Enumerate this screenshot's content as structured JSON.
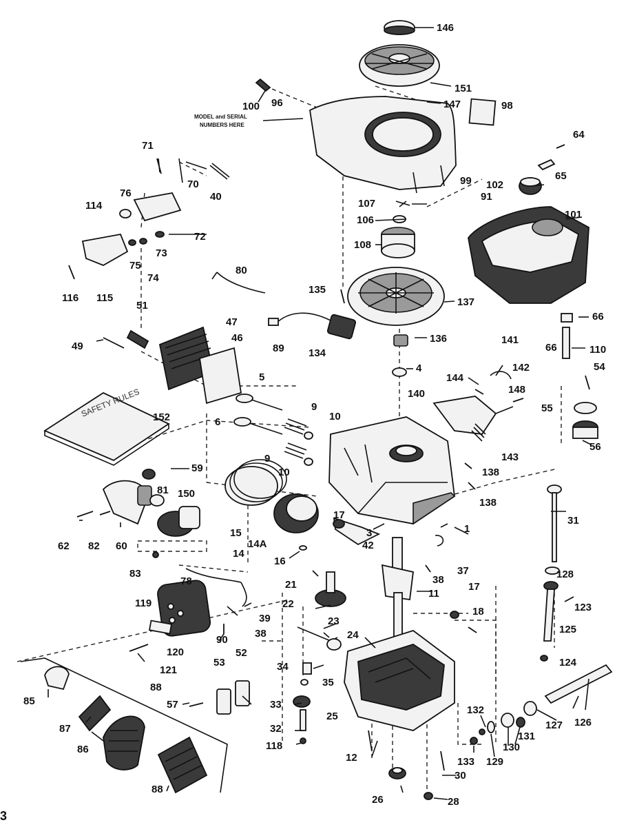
{
  "note": {
    "line1": "MODEL and SERIAL",
    "line2": "NUMBERS HERE"
  },
  "manual_cover_text": "SAFETY RULES",
  "page_marker": "3",
  "labels": [
    {
      "id": "146",
      "text": "146"
    },
    {
      "id": "151",
      "text": "151"
    },
    {
      "id": "147",
      "text": "147"
    },
    {
      "id": "98",
      "text": "98"
    },
    {
      "id": "100",
      "text": "100"
    },
    {
      "id": "96",
      "text": "96"
    },
    {
      "id": "64",
      "text": "64"
    },
    {
      "id": "65",
      "text": "65"
    },
    {
      "id": "99",
      "text": "99"
    },
    {
      "id": "102",
      "text": "102"
    },
    {
      "id": "91",
      "text": "91"
    },
    {
      "id": "101",
      "text": "101"
    },
    {
      "id": "107",
      "text": "107"
    },
    {
      "id": "106",
      "text": "106"
    },
    {
      "id": "108",
      "text": "108"
    },
    {
      "id": "71",
      "text": "71"
    },
    {
      "id": "70",
      "text": "70"
    },
    {
      "id": "40",
      "text": "40"
    },
    {
      "id": "76",
      "text": "76"
    },
    {
      "id": "114",
      "text": "114"
    },
    {
      "id": "72",
      "text": "72"
    },
    {
      "id": "75",
      "text": "75"
    },
    {
      "id": "73",
      "text": "73"
    },
    {
      "id": "74",
      "text": "74"
    },
    {
      "id": "116",
      "text": "116"
    },
    {
      "id": "115",
      "text": "115"
    },
    {
      "id": "80",
      "text": "80"
    },
    {
      "id": "135",
      "text": "135"
    },
    {
      "id": "137",
      "text": "137"
    },
    {
      "id": "51",
      "text": "51"
    },
    {
      "id": "47",
      "text": "47"
    },
    {
      "id": "46",
      "text": "46"
    },
    {
      "id": "49",
      "text": "49"
    },
    {
      "id": "89",
      "text": "89"
    },
    {
      "id": "134",
      "text": "134"
    },
    {
      "id": "136",
      "text": "136"
    },
    {
      "id": "66a",
      "text": "66"
    },
    {
      "id": "110",
      "text": "110"
    },
    {
      "id": "66b",
      "text": "66"
    },
    {
      "id": "141",
      "text": "141"
    },
    {
      "id": "142",
      "text": "142"
    },
    {
      "id": "4",
      "text": "4"
    },
    {
      "id": "144",
      "text": "144"
    },
    {
      "id": "148",
      "text": "148"
    },
    {
      "id": "54",
      "text": "54"
    },
    {
      "id": "55",
      "text": "55"
    },
    {
      "id": "5",
      "text": "5"
    },
    {
      "id": "140",
      "text": "140"
    },
    {
      "id": "9a",
      "text": "9"
    },
    {
      "id": "10a",
      "text": "10"
    },
    {
      "id": "6",
      "text": "6"
    },
    {
      "id": "143",
      "text": "143"
    },
    {
      "id": "56",
      "text": "56"
    },
    {
      "id": "152",
      "text": "152"
    },
    {
      "id": "9b",
      "text": "9"
    },
    {
      "id": "10b",
      "text": "10"
    },
    {
      "id": "138a",
      "text": "138"
    },
    {
      "id": "59",
      "text": "59"
    },
    {
      "id": "81",
      "text": "81"
    },
    {
      "id": "150",
      "text": "150"
    },
    {
      "id": "138b",
      "text": "138"
    },
    {
      "id": "31",
      "text": "31"
    },
    {
      "id": "15",
      "text": "15"
    },
    {
      "id": "1",
      "text": "1"
    },
    {
      "id": "17a",
      "text": "17"
    },
    {
      "id": "62",
      "text": "62"
    },
    {
      "id": "82",
      "text": "82"
    },
    {
      "id": "60",
      "text": "60"
    },
    {
      "id": "14A",
      "text": "14A"
    },
    {
      "id": "14",
      "text": "14"
    },
    {
      "id": "3",
      "text": "3"
    },
    {
      "id": "42",
      "text": "42"
    },
    {
      "id": "16",
      "text": "16"
    },
    {
      "id": "37",
      "text": "37"
    },
    {
      "id": "83",
      "text": "83"
    },
    {
      "id": "38a",
      "text": "38"
    },
    {
      "id": "128a",
      "text": "128"
    },
    {
      "id": "21",
      "text": "21"
    },
    {
      "id": "78",
      "text": "78"
    },
    {
      "id": "11",
      "text": "11"
    },
    {
      "id": "17b",
      "text": "17"
    },
    {
      "id": "22",
      "text": "22"
    },
    {
      "id": "123",
      "text": "123"
    },
    {
      "id": "119",
      "text": "119"
    },
    {
      "id": "39",
      "text": "39"
    },
    {
      "id": "18",
      "text": "18"
    },
    {
      "id": "23",
      "text": "23"
    },
    {
      "id": "38b",
      "text": "38"
    },
    {
      "id": "125",
      "text": "125"
    },
    {
      "id": "24",
      "text": "24"
    },
    {
      "id": "120",
      "text": "120"
    },
    {
      "id": "90",
      "text": "90"
    },
    {
      "id": "121",
      "text": "121"
    },
    {
      "id": "52",
      "text": "52"
    },
    {
      "id": "53",
      "text": "53"
    },
    {
      "id": "34",
      "text": "34"
    },
    {
      "id": "124",
      "text": "124"
    },
    {
      "id": "35",
      "text": "35"
    },
    {
      "id": "85",
      "text": "85"
    },
    {
      "id": "88a",
      "text": "88"
    },
    {
      "id": "57",
      "text": "57"
    },
    {
      "id": "33",
      "text": "33"
    },
    {
      "id": "25",
      "text": "25"
    },
    {
      "id": "132",
      "text": "132"
    },
    {
      "id": "126",
      "text": "126"
    },
    {
      "id": "127",
      "text": "127"
    },
    {
      "id": "87",
      "text": "87"
    },
    {
      "id": "32",
      "text": "32"
    },
    {
      "id": "86",
      "text": "86"
    },
    {
      "id": "118",
      "text": "118"
    },
    {
      "id": "131",
      "text": "131"
    },
    {
      "id": "130",
      "text": "130"
    },
    {
      "id": "133",
      "text": "133"
    },
    {
      "id": "129",
      "text": "129"
    },
    {
      "id": "12",
      "text": "12"
    },
    {
      "id": "30",
      "text": "30"
    },
    {
      "id": "88b",
      "text": "88"
    },
    {
      "id": "26",
      "text": "26"
    },
    {
      "id": "28",
      "text": "28"
    }
  ]
}
